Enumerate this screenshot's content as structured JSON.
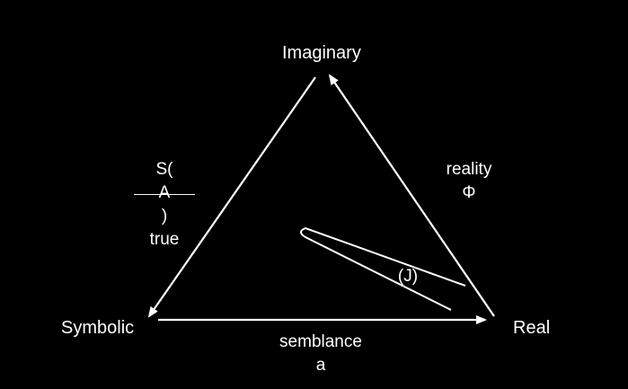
{
  "nodes": {
    "imaginary": "Imaginary",
    "symbolic": "Symbolic",
    "real": "Real"
  },
  "edges": {
    "left": {
      "line1_prefix": "S(",
      "line1_barred": "A",
      "line1_suffix": ")",
      "line2": "true"
    },
    "right": {
      "line1": "reality",
      "line2": "Φ"
    },
    "bottom": {
      "line1": "semblance",
      "line2": "a"
    }
  },
  "center": {
    "label": "(J)"
  },
  "colors": {
    "background": "#000000",
    "foreground": "#ffffff"
  }
}
